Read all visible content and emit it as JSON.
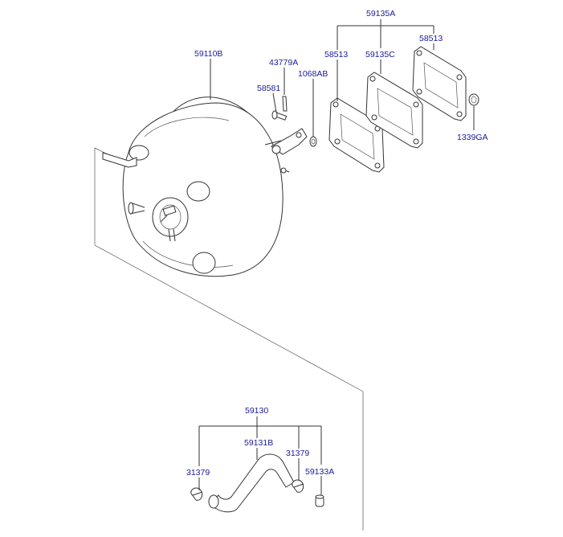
{
  "labels": {
    "booster": "59110B",
    "pin": "43779A",
    "clevis_pin": "58581",
    "nut_small": "1068AB",
    "gasket_kit": "59135A",
    "gasket_left": "58513",
    "spacer": "59135C",
    "gasket_right": "58513",
    "nut_right": "1339GA",
    "hose_assy": "59130",
    "hose": "59131B",
    "clamp_left": "31379",
    "clamp_right": "31379",
    "check_valve": "59133A"
  }
}
